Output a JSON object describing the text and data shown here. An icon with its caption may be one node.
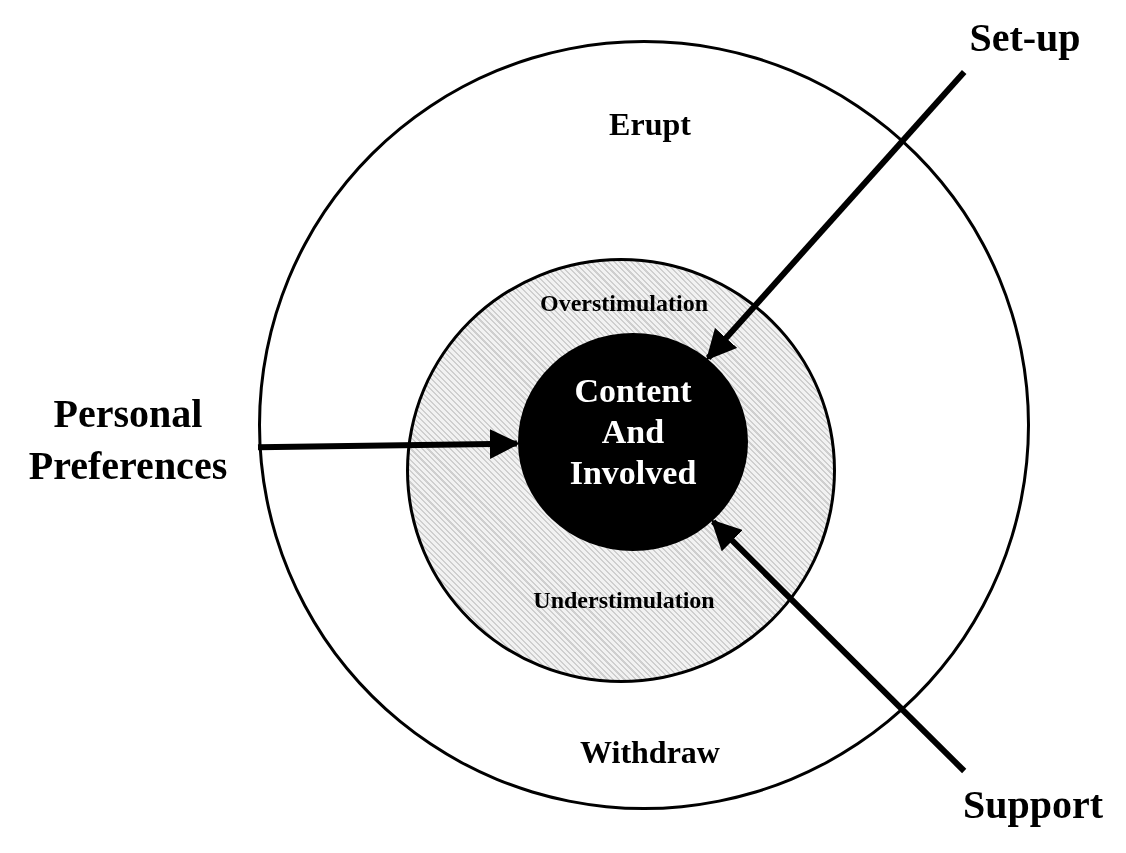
{
  "diagram": {
    "nodes": [
      {
        "text": [
          "Set-up"
        ]
      },
      {
        "text": [
          "Erupt",
          "Withdraw"
        ]
      },
      {
        "text": [
          "Overstimulation",
          "Understimulation"
        ],
        "in": 1
      },
      {
        "text": [
          "Content And Involved"
        ],
        "in": 2
      },
      {
        "text": [
          "Personal Preferences"
        ]
      },
      {
        "text": [
          "Support"
        ]
      }
    ],
    "edges": [
      {
        "from": 0,
        "to": 3,
        "arrow": "to"
      },
      {
        "from": 4,
        "to": 3,
        "arrow": "to"
      },
      {
        "from": 5,
        "to": 3,
        "arrow": "to"
      }
    ]
  }
}
